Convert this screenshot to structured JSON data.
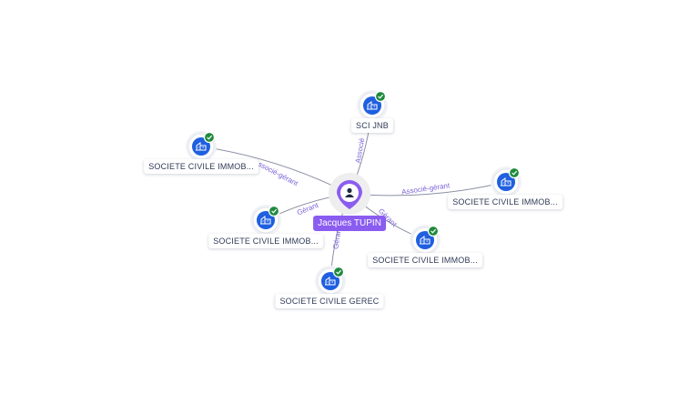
{
  "center": {
    "label": "Jacques TUPIN",
    "icon": "person-icon",
    "color": "#8a5cf0"
  },
  "colors": {
    "company": "#1f5fe0",
    "check": "#1f8a3c",
    "edge": "#8a90a4",
    "edge_label": "#7b62d8"
  },
  "nodes": [
    {
      "id": "sci-jnb",
      "label": "SCI JNB",
      "icon": "building-icon",
      "verified": true,
      "edge_label": "Associé"
    },
    {
      "id": "sc-immob-1",
      "label": "SOCIETE CIVILE IMMOB...",
      "icon": "building-icon",
      "verified": true,
      "edge_label": "Associé-gérant"
    },
    {
      "id": "sc-immob-2",
      "label": "SOCIETE CIVILE IMMOB...",
      "icon": "building-icon",
      "verified": true,
      "edge_label": "Associé-gérant"
    },
    {
      "id": "sc-immob-3",
      "label": "SOCIETE CIVILE IMMOB...",
      "icon": "building-icon",
      "verified": true,
      "edge_label": "Gérant"
    },
    {
      "id": "sc-immob-4",
      "label": "SOCIETE CIVILE IMMOB...",
      "icon": "building-icon",
      "verified": true,
      "edge_label": "Gérant"
    },
    {
      "id": "sc-gerec",
      "label": "SOCIETE CIVILE GEREC",
      "icon": "building-icon",
      "verified": true,
      "edge_label": "Gérant"
    }
  ]
}
